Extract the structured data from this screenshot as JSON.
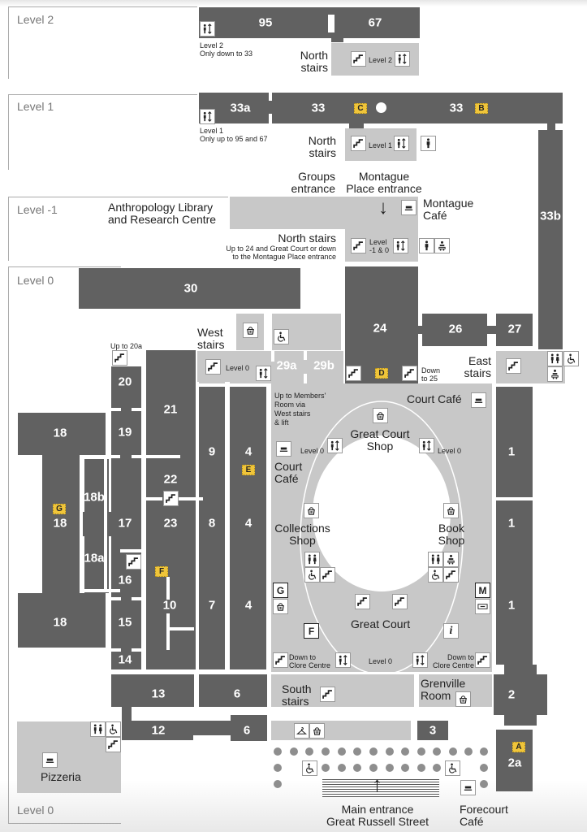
{
  "map_title": "British Museum floor plan",
  "levels": {
    "level2": "Level 2",
    "level1": "Level 1",
    "level_minus1": "Level -1",
    "level0_top": "Level 0",
    "level0_bottom": "Level 0"
  },
  "rooms": {
    "r95": "95",
    "r67": "67",
    "r33a": "33a",
    "r33_1": "33",
    "r33_2": "33",
    "r33b": "33b",
    "r30": "30",
    "r24": "24",
    "r26": "26",
    "r27": "27",
    "r29a": "29a",
    "r29b": "29b",
    "r20": "20",
    "r21": "21",
    "r19": "19",
    "r18_top": "18",
    "r18_mid": "18",
    "r18_bot": "18",
    "r18b": "18b",
    "r18a": "18a",
    "r17": "17",
    "r22": "22",
    "r23": "23",
    "r9": "9",
    "r8": "8",
    "r7": "7",
    "r4_top": "4",
    "r4_mid": "4",
    "r4_bot": "4",
    "r16": "16",
    "r15": "15",
    "r14": "14",
    "r10": "10",
    "r13": "13",
    "r12": "12",
    "r6_top": "6",
    "r6_bot": "6",
    "r1_top": "1",
    "r1_mid": "1",
    "r1_bot": "1",
    "r2": "2",
    "r2a": "2a",
    "r3": "3"
  },
  "badges": {
    "A": "A",
    "B": "B",
    "C": "C",
    "D": "D",
    "E": "E",
    "F": "F",
    "G": "G"
  },
  "letter_boxes": {
    "G": "G",
    "F": "F",
    "M": "M"
  },
  "labels": {
    "lift_l2_note_1": "Level 2",
    "lift_l2_note_2": "Only down to 33",
    "north_stairs_l2": "North\nstairs",
    "level2_tag": "Level 2",
    "lift_l1_note_1": "Level 1",
    "lift_l1_note_2": "Only up to 95 and 67",
    "north_stairs_l1": "North\nstairs",
    "level1_tag": "Level 1",
    "groups_entrance": "Groups\nentrance",
    "montague_entrance": "Montague\nPlace entrance",
    "anthropology": "Anthropology Library\nand Research Centre",
    "montague_cafe": "Montague\nCafé",
    "north_stairs_lm1": "North stairs",
    "north_stairs_lm1_note": "Up to 24 and Great Court or down\nto the Montague Place entrance",
    "level_m1_0_tag": "Level\n-1 & 0",
    "west_stairs": "West\nstairs",
    "level0_west_tag": "Level 0",
    "up_to_20a": "Up to 20a",
    "down_to_25": "Down\nto 25",
    "east_stairs": "East\nstairs",
    "members_note": "Up to Members'\nRoom via\nWest stairs\n& lift",
    "court_cafe_right": "Court Café",
    "court_cafe_left": "Court\nCafé",
    "great_court_shop": "Great Court\nShop",
    "level0_gc_left": "Level 0",
    "level0_gc_right": "Level 0",
    "collections_shop": "Collections\nShop",
    "book_shop": "Book\nShop",
    "great_court": "Great Court",
    "down_clore_left": "Down to\nClore Centre",
    "down_clore_right": "Down to\nClore Centre",
    "level0_center": "Level 0",
    "south_stairs": "South\nstairs",
    "grenville_room": "Grenville\nRoom",
    "pizzeria": "Pizzeria",
    "main_entrance": "Main entrance\nGreat Russell Street",
    "forecourt_cafe": "Forecourt\nCafé"
  },
  "icons": {
    "lift": "lift-icon",
    "stairs": "stairs-icon",
    "toilets": "toilets-icon",
    "accessible": "accessible-icon",
    "baby_change": "baby-change-icon",
    "cafe": "cafe-icon",
    "shop": "shop-basket-icon",
    "cloakroom": "cloakroom-icon",
    "info": "information-icon",
    "tickets": "tickets-icon",
    "male_toilet": "toilet-person-icon"
  },
  "colors": {
    "room": "#616161",
    "public_area": "#c8c8c8",
    "badge": "#f0c53a",
    "frame_line": "#aaaaaa",
    "level_text": "#777777"
  }
}
